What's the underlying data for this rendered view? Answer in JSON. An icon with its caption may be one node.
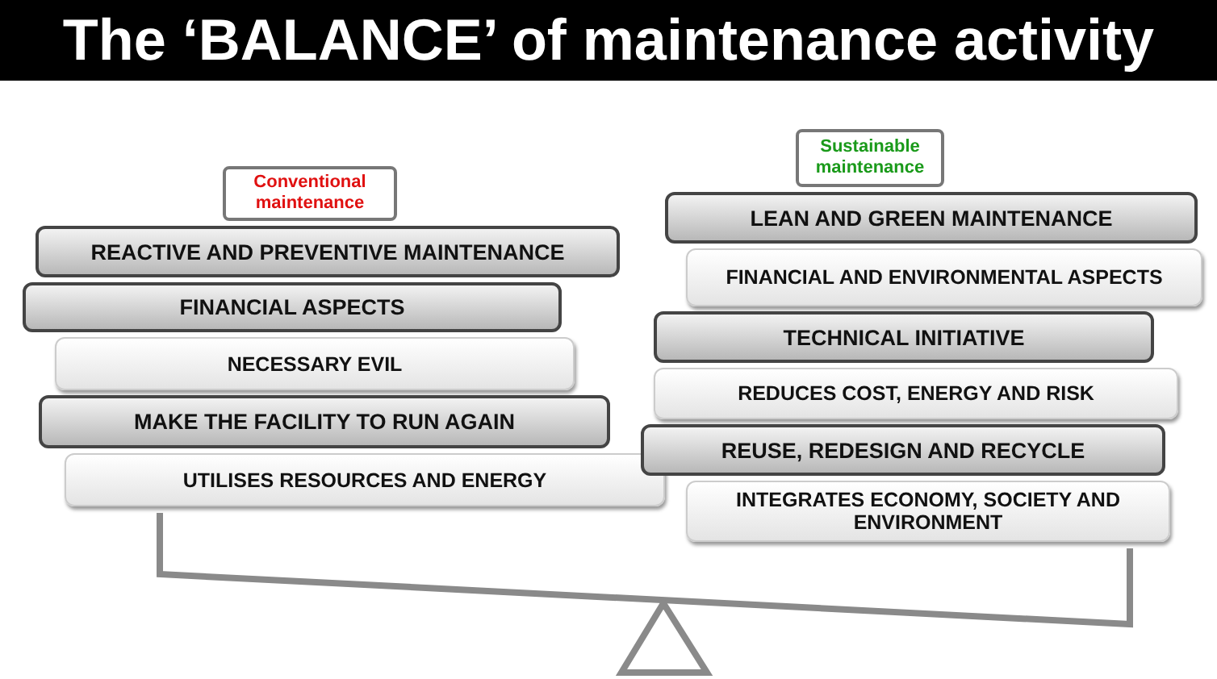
{
  "diagram": {
    "title": "The ‘BALANCE’ of maintenance activity",
    "nodes": [
      {
        "text": [
          "Conventional maintenance"
        ]
      },
      {
        "text": [
          "REACTIVE AND PREVENTIVE  MAINTENANCE"
        ]
      },
      {
        "text": [
          "FINANCIAL ASPECTS"
        ]
      },
      {
        "text": [
          "NECESSARY EVIL"
        ]
      },
      {
        "text": [
          "MAKE THE FACILITY TO RUN AGAIN"
        ]
      },
      {
        "text": [
          "UTILISES RESOURCES AND ENERGY"
        ]
      },
      {
        "text": [
          "Sustainable maintenance"
        ]
      },
      {
        "text": [
          "LEAN AND GREEN  MAINTENANCE"
        ]
      },
      {
        "text": [
          "FINANCIAL AND ENVIRONMENTAL ASPECTS"
        ]
      },
      {
        "text": [
          "TECHNICAL INITIATIVE"
        ]
      },
      {
        "text": [
          "REDUCES COST, ENERGY AND RISK"
        ]
      },
      {
        "text": [
          "REUSE, REDESIGN AND RECYCLE"
        ]
      },
      {
        "text": [
          "INTEGRATES ECONOMY, SOCIETY AND ENVIRONMENT"
        ]
      }
    ]
  }
}
